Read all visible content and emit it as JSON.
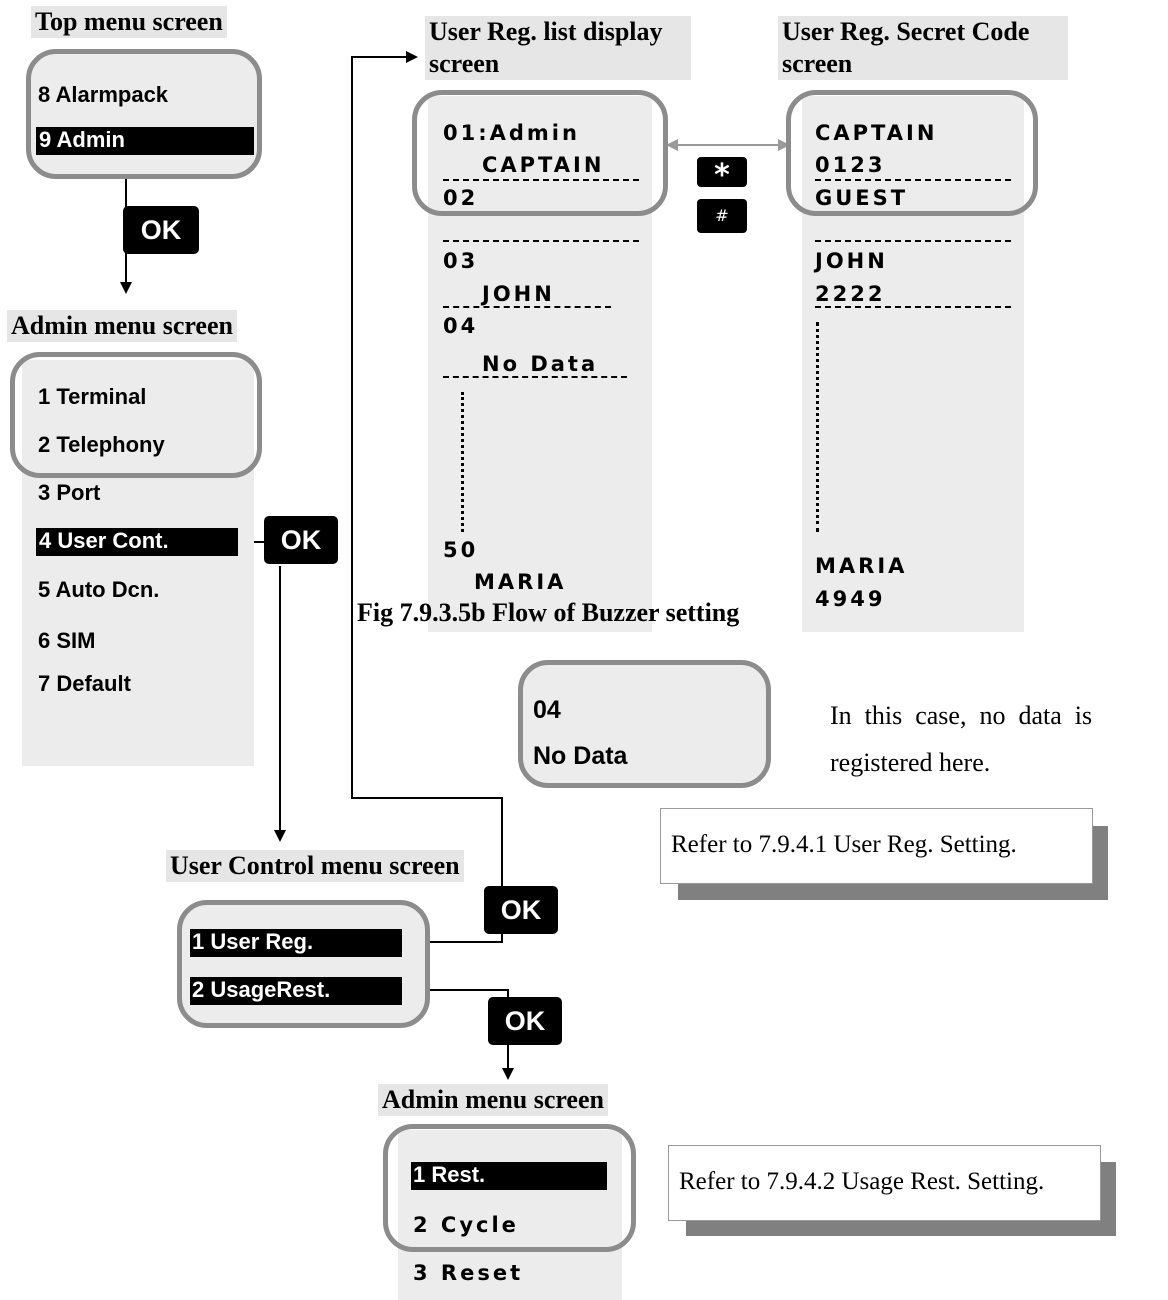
{
  "top_menu": {
    "title": "Top menu screen",
    "items": [
      "8 Alarmpack",
      "9 Admin"
    ]
  },
  "admin_menu": {
    "title": "Admin menu screen",
    "items": [
      "1 Terminal",
      "2 Telephony",
      "3 Port",
      "4 User Cont.",
      "5 Auto Dcn.",
      "6 SIM",
      "7 Default"
    ]
  },
  "user_list": {
    "title": "User Reg. list display\nscreen",
    "rows": [
      "01:Admin",
      "CAPTAIN",
      "02",
      "03",
      "JOHN",
      "04",
      "No Data",
      "50",
      "MARIA"
    ]
  },
  "secret_code": {
    "title": "User Reg. Secret Code\nscreen",
    "rows": [
      "CAPTAIN",
      "0123",
      "GUEST",
      "JOHN",
      "2222",
      "MARIA",
      "4949"
    ]
  },
  "keys": {
    "star": "*",
    "hash": "#"
  },
  "caption": "Fig 7.9.3.5b Flow of Buzzer setting",
  "no_data_screen": {
    "line1": "04",
    "line2": "No Data"
  },
  "note": {
    "line1": "In  this  case,  no  data  is",
    "line2": "registered here."
  },
  "user_control": {
    "title": "User Control menu screen",
    "items": [
      "1 User Reg.",
      "2 UsageRest."
    ]
  },
  "admin_menu_2": {
    "title": "Admin menu screen",
    "items": [
      "1 Rest.",
      "2 Cycle",
      "3 Reset"
    ]
  },
  "refs": {
    "user_reg": "Refer to 7.9.4.1 User Reg. Setting.",
    "usage_rest": "Refer to 7.9.4.2 Usage Rest. Setting."
  },
  "ok_label": "OK"
}
